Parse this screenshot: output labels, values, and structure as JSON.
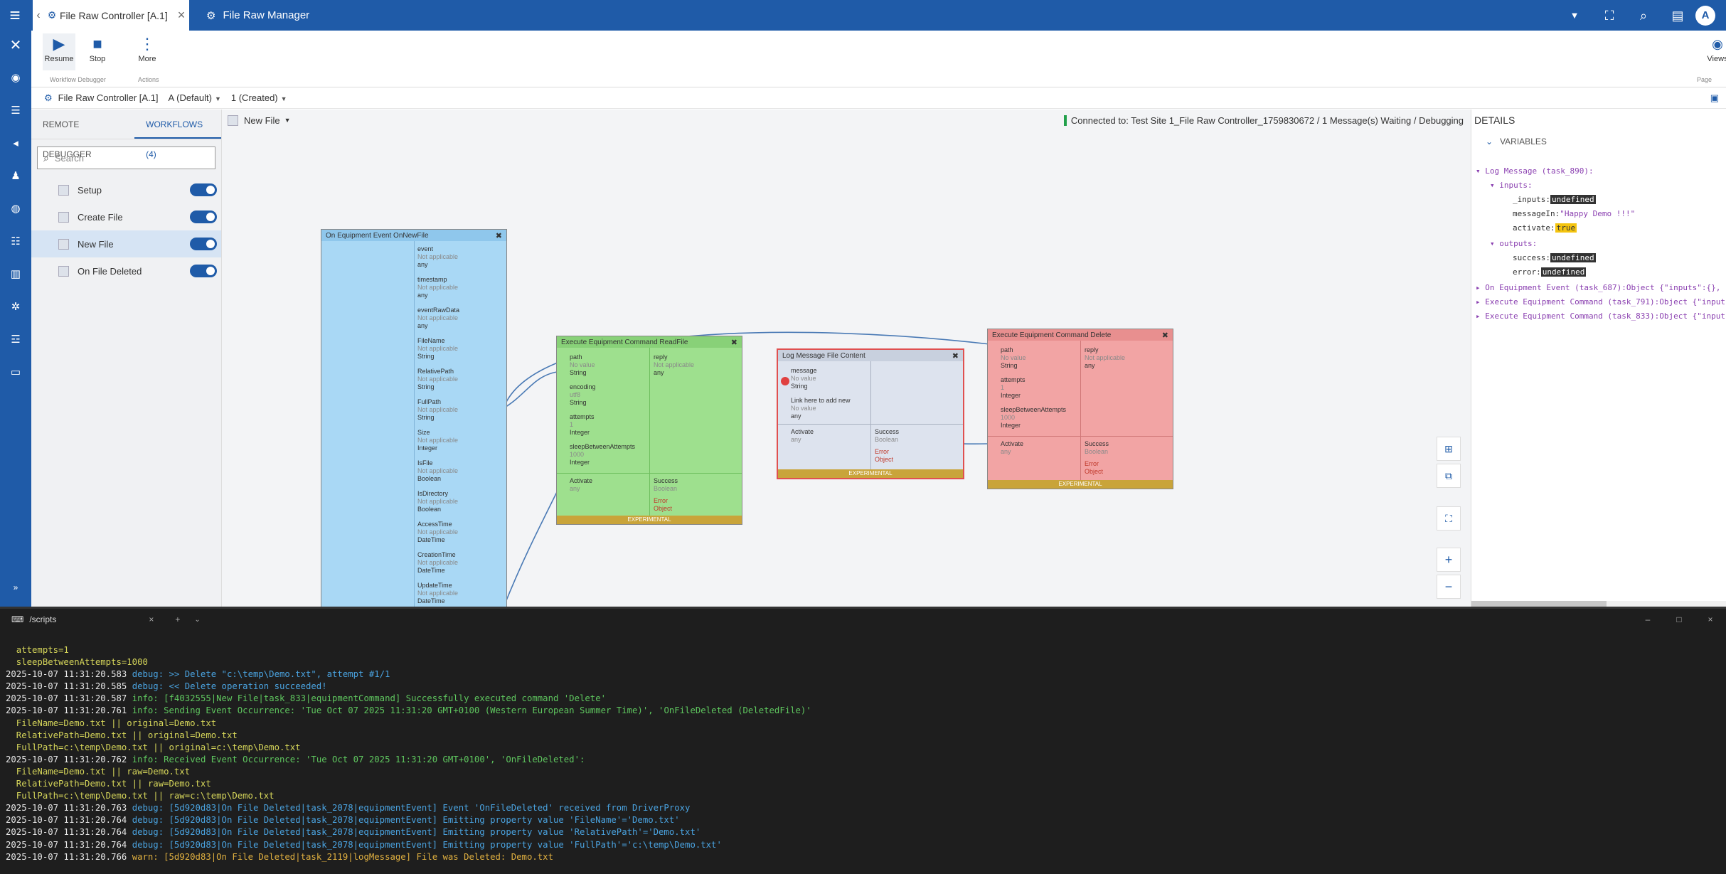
{
  "titlebar": {
    "tab_active": "File Raw Controller [A.1]",
    "tab_inactive": "File Raw Manager"
  },
  "user": {
    "avatar_initial": "A"
  },
  "ribbon": {
    "resume": "Resume",
    "stop": "Stop",
    "more": "More",
    "group_debugger": "Workflow Debugger",
    "group_actions": "Actions",
    "views": "Views",
    "group_page": "Page"
  },
  "breadcrumb": {
    "controller": "File Raw Controller [A.1]",
    "version": "A (Default)",
    "state": "1 (Created)"
  },
  "left_panel": {
    "tab_remote": "REMOTE DEBUGGER",
    "tab_workflows": "WORKFLOWS (4)",
    "search_placeholder": "Search",
    "workflows": [
      {
        "label": "Setup",
        "enabled": true
      },
      {
        "label": "Create File",
        "enabled": true
      },
      {
        "label": "New File",
        "enabled": true
      },
      {
        "label": "On File Deleted",
        "enabled": true
      }
    ]
  },
  "canvas": {
    "workflow": "New File",
    "connection": "Connected to: Test Site 1_File Raw Controller_1759830672  /  1 Message(s) Waiting  /  Debugging",
    "nodes": {
      "event": {
        "title": "On Equipment Event  OnNewFile",
        "outputs": [
          {
            "name": "event",
            "value": "Not applicable",
            "type": "any"
          },
          {
            "name": "timestamp",
            "value": "Not applicable",
            "type": "any"
          },
          {
            "name": "eventRawData",
            "value": "Not applicable",
            "type": "any"
          },
          {
            "name": "FileName",
            "value": "Not applicable",
            "type": "String"
          },
          {
            "name": "RelativePath",
            "value": "Not applicable",
            "type": "String"
          },
          {
            "name": "FullPath",
            "value": "Not applicable",
            "type": "String"
          },
          {
            "name": "Size",
            "value": "Not applicable",
            "type": "Integer"
          },
          {
            "name": "IsFile",
            "value": "Not applicable",
            "type": "Boolean"
          },
          {
            "name": "IsDirectory",
            "value": "Not applicable",
            "type": "Boolean"
          },
          {
            "name": "AccessTime",
            "value": "Not applicable",
            "type": "DateTime"
          },
          {
            "name": "CreationTime",
            "value": "Not applicable",
            "type": "DateTime"
          },
          {
            "name": "UpdateTime",
            "value": "Not applicable",
            "type": "DateTime"
          }
        ]
      },
      "read": {
        "title": "Execute Equipment Command  ReadFile",
        "inputs": [
          {
            "name": "path",
            "value": "No value",
            "type": "String"
          },
          {
            "name": "encoding",
            "value": "utf8",
            "type": "String"
          },
          {
            "name": "attempts",
            "value": "1",
            "type": "Integer"
          },
          {
            "name": "sleepBetweenAttempts",
            "value": "1000",
            "type": "Integer"
          }
        ],
        "reply": {
          "name": "reply",
          "value": "Not applicable",
          "type": "any"
        },
        "activate": {
          "name": "Activate",
          "type": "any"
        },
        "success": {
          "name": "Success",
          "type": "Boolean"
        },
        "error": {
          "name": "Error",
          "type": "Object"
        },
        "footer": "EXPERIMENTAL"
      },
      "log": {
        "title": "Log Message  File Content",
        "inputs": [
          {
            "name": "message",
            "value": "No value",
            "type": "String"
          },
          {
            "name": "Link here to add new",
            "value": "No value",
            "type": "any"
          }
        ],
        "activate": {
          "name": "Activate",
          "type": "any"
        },
        "success": {
          "name": "Success",
          "type": "Boolean"
        },
        "error": {
          "name": "Error",
          "type": "Object"
        },
        "footer": "EXPERIMENTAL"
      },
      "delete": {
        "title": "Execute Equipment Command  Delete",
        "inputs": [
          {
            "name": "path",
            "value": "No value",
            "type": "String"
          },
          {
            "name": "attempts",
            "value": "1",
            "type": "Integer"
          },
          {
            "name": "sleepBetweenAttempts",
            "value": "1000",
            "type": "Integer"
          }
        ],
        "reply": {
          "name": "reply",
          "value": "Not applicable",
          "type": "any"
        },
        "activate": {
          "name": "Activate",
          "type": "any"
        },
        "success": {
          "name": "Success",
          "type": "Boolean"
        },
        "error": {
          "name": "Error",
          "type": "Object"
        },
        "footer": "EXPERIMENTAL"
      }
    }
  },
  "details": {
    "title": "DETAILS",
    "variables": "VARIABLES",
    "lines": {
      "l1": "▾ Log Message (task_890):",
      "l2": "▾ inputs:",
      "l3k": "_inputs:",
      "l3v": "undefined",
      "l4k": "messageIn:",
      "l4v": "\"Happy Demo !!!\"",
      "l5k": "activate:",
      "l5v": "true",
      "l6": "▾ outputs:",
      "l7k": "success:",
      "l7v": "undefined",
      "l8k": "error:",
      "l8v": "undefined",
      "l9": "▸ On Equipment Event (task_687):Object {\"inputs\":{},",
      "l10": "▸ Execute Equipment Command (task_791):Object {\"input",
      "l11": "▸ Execute Equipment Command (task_833):Object {\"input"
    }
  },
  "terminal": {
    "tab": "/scripts",
    "lines": [
      {
        "pre": "  attempts=1"
      },
      {
        "pre": "  sleepBetweenAttempts=1000"
      },
      {
        "ts": "2025-10-07 11:31:20.583",
        "lvl": "debug:",
        "cls": "dbg",
        "msg": " >> Delete \"c:\\temp\\Demo.txt\", attempt #1/1"
      },
      {
        "ts": "2025-10-07 11:31:20.585",
        "lvl": "debug:",
        "cls": "dbg",
        "msg": " << Delete operation succeeded!"
      },
      {
        "ts": "2025-10-07 11:31:20.587",
        "lvl": "info:",
        "cls": "inf",
        "msg": " [f4032555|New File|task_833|equipmentCommand] Successfully executed command 'Delete'"
      },
      {
        "ts": "2025-10-07 11:31:20.761",
        "lvl": "info:",
        "cls": "inf",
        "msg": " Sending Event Occurrence: 'Tue Oct 07 2025 11:31:20 GMT+0100 (Western European Summer Time)', 'OnFileDeleted (DeletedFile)'"
      },
      {
        "pre": "  FileName=Demo.txt || original=Demo.txt"
      },
      {
        "pre": "  RelativePath=Demo.txt || original=Demo.txt"
      },
      {
        "pre": "  FullPath=c:\\temp\\Demo.txt || original=c:\\temp\\Demo.txt"
      },
      {
        "ts": "2025-10-07 11:31:20.762",
        "lvl": "info:",
        "cls": "inf",
        "msg": " Received Event Occurrence: 'Tue Oct 07 2025 11:31:20 GMT+0100', 'OnFileDeleted':"
      },
      {
        "pre": "  FileName=Demo.txt || raw=Demo.txt"
      },
      {
        "pre": "  RelativePath=Demo.txt || raw=Demo.txt"
      },
      {
        "pre": "  FullPath=c:\\temp\\Demo.txt || raw=c:\\temp\\Demo.txt"
      },
      {
        "ts": "2025-10-07 11:31:20.763",
        "lvl": "debug:",
        "cls": "dbg",
        "msg": " [5d920d83|On File Deleted|task_2078|equipmentEvent] Event 'OnFileDeleted' received from DriverProxy"
      },
      {
        "ts": "2025-10-07 11:31:20.764",
        "lvl": "debug:",
        "cls": "dbg",
        "msg": " [5d920d83|On File Deleted|task_2078|equipmentEvent] Emitting property value 'FileName'='Demo.txt'"
      },
      {
        "ts": "2025-10-07 11:31:20.764",
        "lvl": "debug:",
        "cls": "dbg",
        "msg": " [5d920d83|On File Deleted|task_2078|equipmentEvent] Emitting property value 'RelativePath'='Demo.txt'"
      },
      {
        "ts": "2025-10-07 11:31:20.764",
        "lvl": "debug:",
        "cls": "dbg",
        "msg": " [5d920d83|On File Deleted|task_2078|equipmentEvent] Emitting property value 'FullPath'='c:\\temp\\Demo.txt'"
      },
      {
        "ts": "2025-10-07 11:31:20.766",
        "lvl": "warn:",
        "cls": "wrn",
        "msg": " [5d920d83|On File Deleted|task_2119|logMessage] File was Deleted: Demo.txt"
      }
    ]
  },
  "colors": {
    "brand": "#1f5ba8",
    "event_node": "#a9d8f5",
    "command_node": "#9ee08e",
    "log_node": "#dde3ee",
    "delete_node": "#f2a4a4",
    "experimental": "#c9a43a"
  }
}
